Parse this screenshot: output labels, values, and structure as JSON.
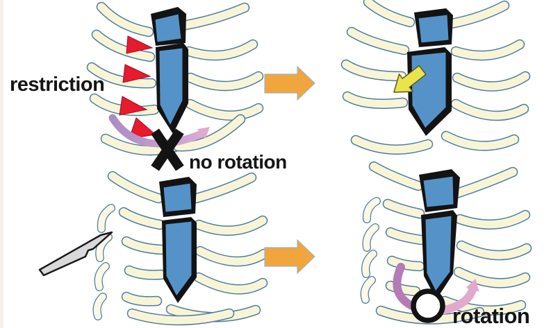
{
  "labels": {
    "restriction": "restriction",
    "no_rotation": "no rotation",
    "rotation": "rotation"
  },
  "colors": {
    "sternum_blue": "#5592c8",
    "outline_black": "#131313",
    "rib_fill": "#f8f5d7",
    "rib_outline": "#4e7ca3",
    "restriction_red": "#e81a2e",
    "transition_orange": "#f0a63c",
    "osteotomy_yellow": "#e9e44c",
    "rotation_purple": "#b57ab8",
    "rotation_pink": "#e2a9cf",
    "scalpel_gray": "#d9d9d9",
    "label_text": "#151515"
  },
  "icons": {
    "restriction_arrows": "red-triangle-arrowhead",
    "transition_arrows": "orange-block-arrow-right",
    "osteotomy_arrow": "yellow-block-arrow-down-left",
    "no_rotation_mark": "black-x-mark",
    "rotation_pivot": "black-circle-outline",
    "rotation_arcs": "curved-purple-pink-arrow",
    "rib_cut_tool": "gray-scalpel"
  }
}
